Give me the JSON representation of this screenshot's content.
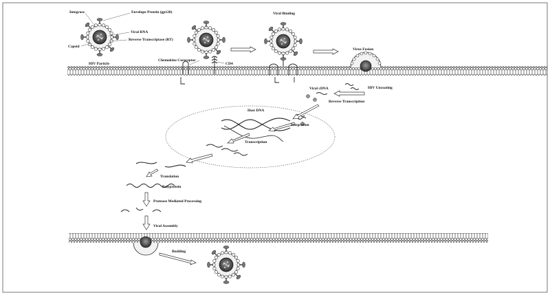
{
  "labels": {
    "integrase": "Integrase",
    "envelope": "Envelope Protein (gp120)",
    "viral_rna": "Viral RNA",
    "reverse_transcriptase": "Reverse Transcriptase (RT)",
    "capsid": "Capsid",
    "hiv_particle": "HIV Particle",
    "chemokine": "Chemokine Coreceptor",
    "cd4": "CD4",
    "viral_binding": "Viral Binding",
    "virus_fusion": "Virus Fusion",
    "hiv_uncoating": "HIV Uncoating",
    "viral_cdna": "Viral cDNA",
    "reverse_transcription": "Reverse Transcription",
    "host_dna": "Host DNA",
    "integration": "Integration",
    "transcription": "Transcription",
    "translation": "Translation",
    "polyprotein": "Polyprotein",
    "protease": "Protease Mediated Processing",
    "viral_assembly": "Viral Assembly",
    "budding": "Budding"
  }
}
